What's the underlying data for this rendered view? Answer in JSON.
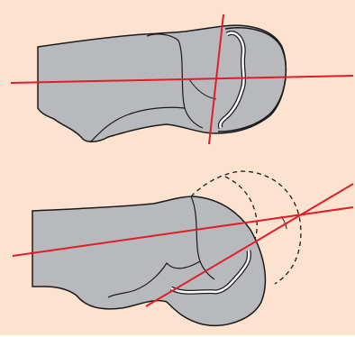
{
  "figure": {
    "panels": [
      {
        "id": "top",
        "description_visible_text": ""
      },
      {
        "id": "bottom",
        "description_visible_text": ""
      }
    ],
    "colors": {
      "background": "#fde2cf",
      "bone_fill": "#b8b9bd",
      "outline": "#1a1a1a",
      "axis_line": "#e01e2a",
      "joint_gap": "#ffffff"
    },
    "styles": {
      "bottom_projection_outline": "dashed"
    }
  }
}
